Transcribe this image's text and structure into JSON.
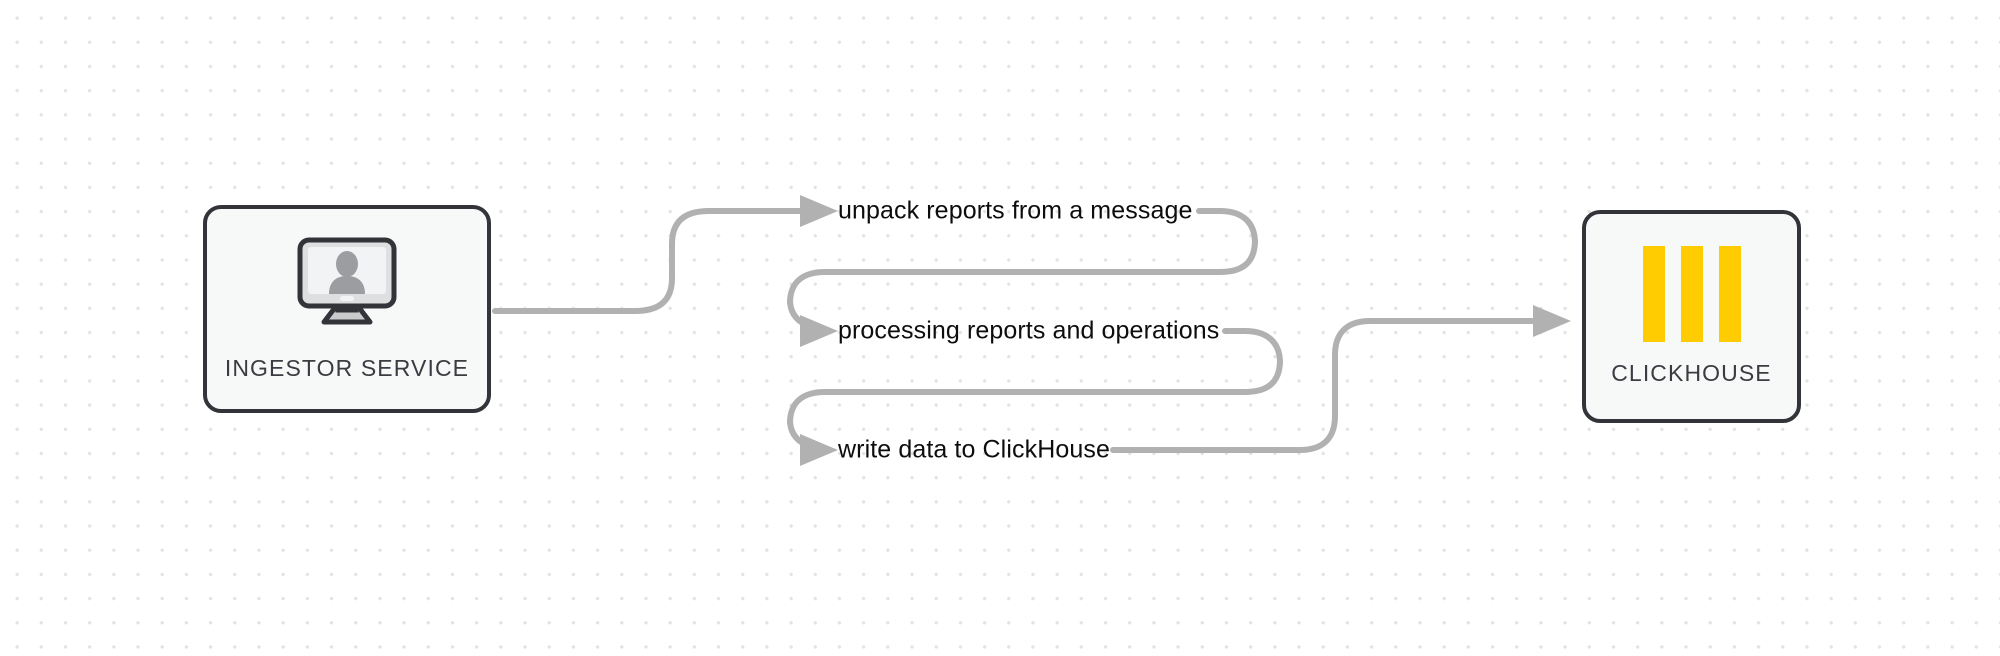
{
  "diagram": {
    "title": "ingestor service to clickhouse flow",
    "background": {
      "color": "#ffffff",
      "dot_color": "#e4e2e4",
      "dot_spacing": 24
    },
    "node_style": {
      "fill": "#f7f9f8",
      "border": "#32343a",
      "label_color": "#3b3b42"
    },
    "edge_style": {
      "color": "#b1b1b1",
      "label_color": "#0d0d0d",
      "width": 6
    }
  },
  "nodes": [
    {
      "id": "ingestor-service",
      "label": "INGESTOR SERVICE",
      "icon": "monitor-user-icon"
    },
    {
      "id": "clickhouse",
      "label": "CLICKHOUSE",
      "icon": "clickhouse-bars-icon",
      "accent": "#ffcc01",
      "bars": 3
    }
  ],
  "edges": [
    {
      "id": "edge-unpack",
      "label": "unpack reports from a message",
      "from": "ingestor-service",
      "to": "step-processing"
    },
    {
      "id": "edge-processing",
      "label": "processing reports and operations",
      "from": "step-unpack",
      "to": "step-write"
    },
    {
      "id": "edge-write",
      "label": "write data to ClickHouse",
      "from": "step-processing",
      "to": "clickhouse"
    }
  ]
}
